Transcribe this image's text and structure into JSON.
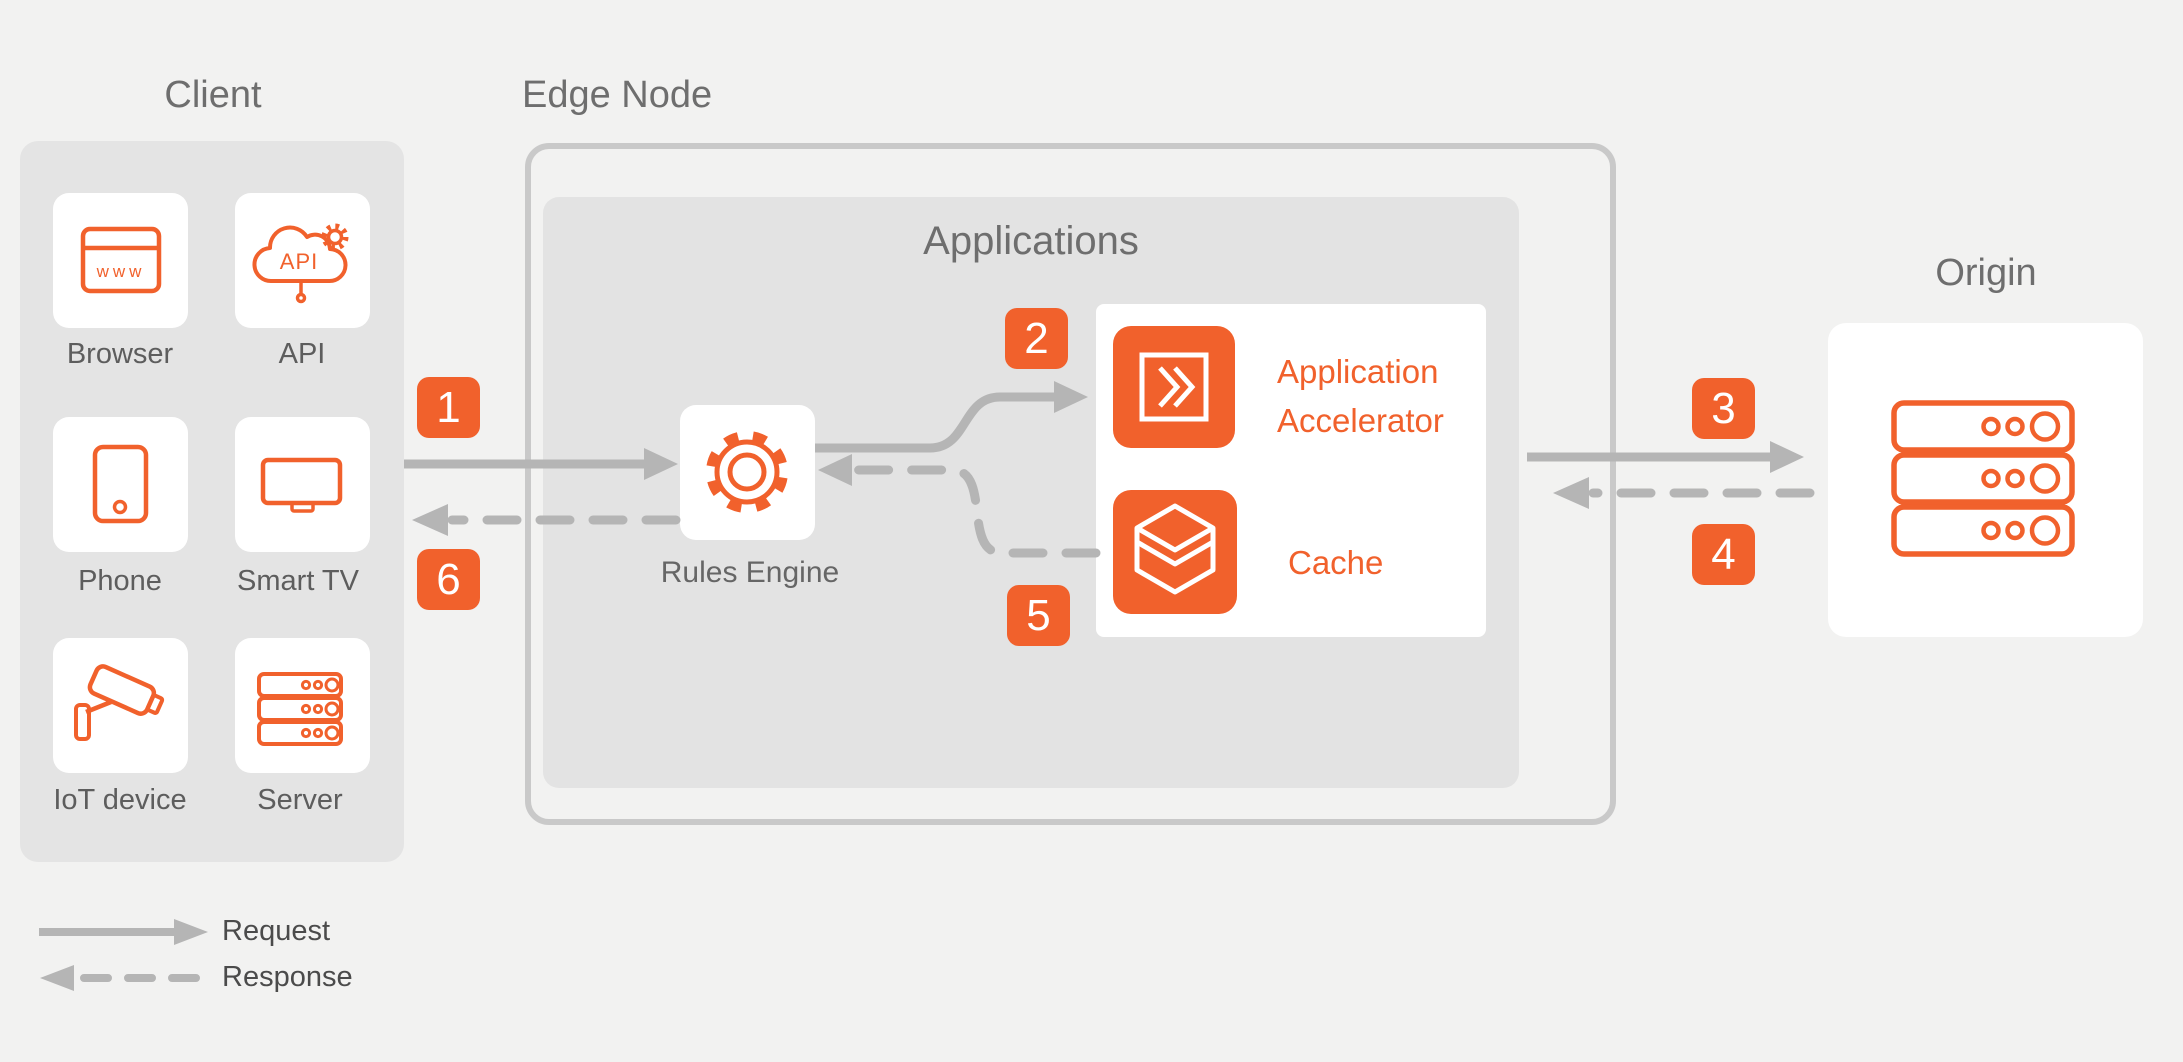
{
  "colors": {
    "accent": "#f1612c",
    "arrow_gray": "#b5b5b5",
    "client_panel_gray": "#e4e4e4",
    "applications_panel_gray": "#e3e3e3",
    "edge_border_gray": "#c9c9c9",
    "title_gray": "#6e6e6e",
    "label_gray": "#5d5d5d",
    "legend_text_gray": "#4b4b4b",
    "page_bg": "#f2f2f1",
    "tile_bg": "#ffffff"
  },
  "client": {
    "title": "Client",
    "devices": [
      {
        "label": "Browser",
        "icon": "browser-icon",
        "icon_text": "www"
      },
      {
        "label": "API",
        "icon": "api-cloud-icon",
        "icon_text": "API"
      },
      {
        "label": "Phone",
        "icon": "phone-icon"
      },
      {
        "label": "Smart TV",
        "icon": "smart-tv-icon"
      },
      {
        "label": "IoT device",
        "icon": "iot-camera-icon"
      },
      {
        "label": "Server",
        "icon": "server-stack-icon"
      }
    ]
  },
  "edge": {
    "title": "Edge Node",
    "applications_title": "Applications",
    "rules_engine": {
      "label": "Rules Engine",
      "icon": "gear-icon"
    },
    "services": [
      {
        "label": "Application Accelerator",
        "icon": "accelerator-icon"
      },
      {
        "label": "Cache",
        "icon": "cache-layers-icon"
      }
    ]
  },
  "origin": {
    "title": "Origin",
    "icon": "origin-server-icon"
  },
  "flow": {
    "badges": [
      "1",
      "2",
      "3",
      "4",
      "5",
      "6"
    ]
  },
  "legend": {
    "items": [
      {
        "label": "Request",
        "style": "solid"
      },
      {
        "label": "Response",
        "style": "dashed"
      }
    ]
  }
}
